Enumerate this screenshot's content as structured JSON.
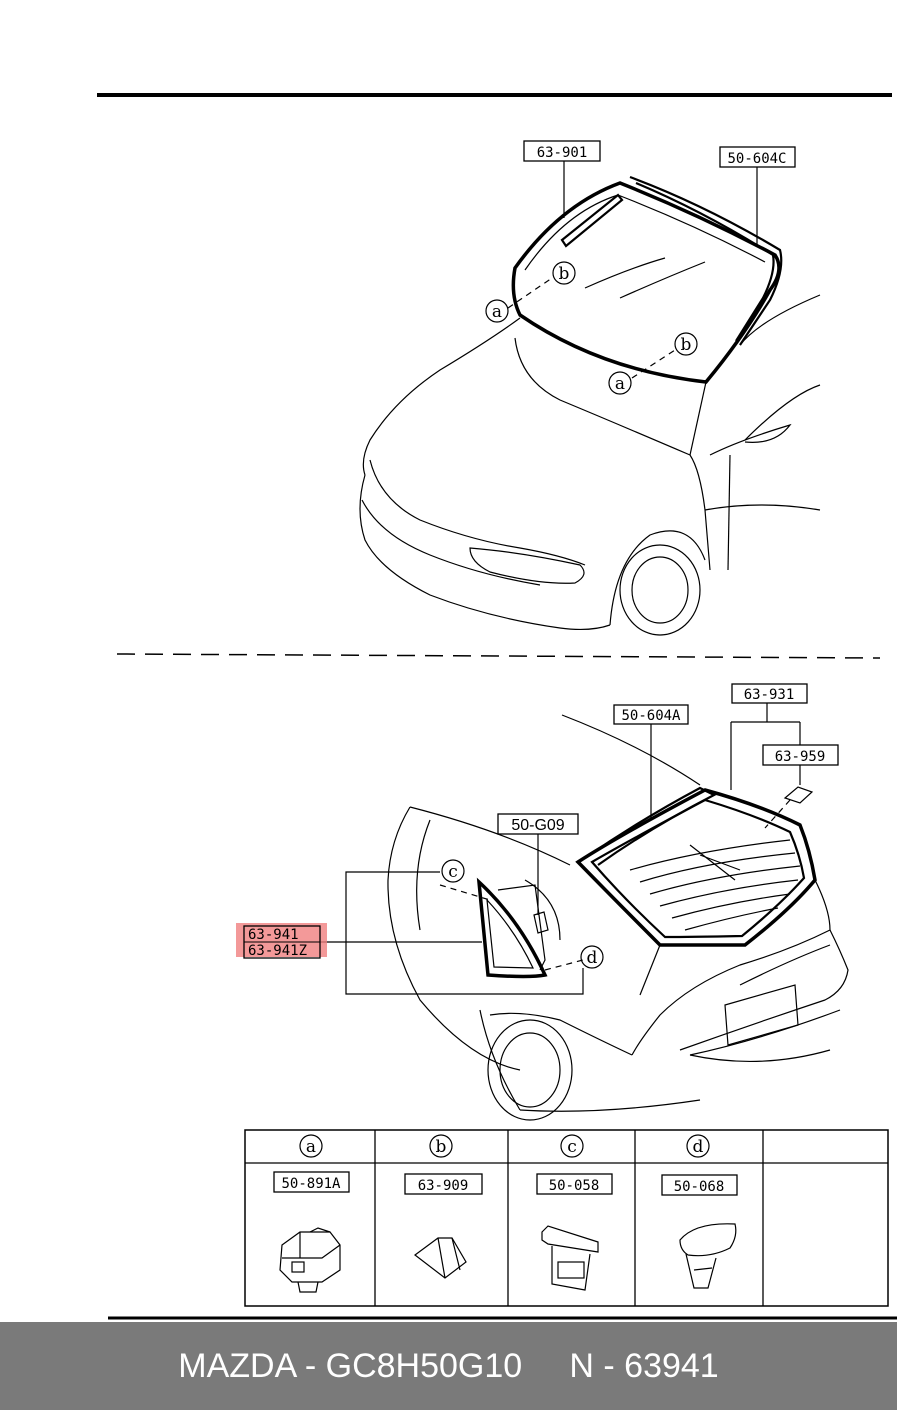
{
  "front_labels": {
    "windshield": "63-901",
    "molding": "50-604C"
  },
  "rear_labels": {
    "backdoor_molding": "50-604A",
    "backdoor_glass": "63-931",
    "fastener": "63-959",
    "quarter_clip": "50-G09",
    "quarter_glass_l": "63-941",
    "quarter_glass_r": "63-941Z"
  },
  "callouts": {
    "a": "a",
    "b": "b",
    "c": "c",
    "d": "d"
  },
  "legend": [
    {
      "letter": "a",
      "part": "50-891A"
    },
    {
      "letter": "b",
      "part": "63-909"
    },
    {
      "letter": "c",
      "part": "50-058"
    },
    {
      "letter": "d",
      "part": "50-068"
    }
  ],
  "highlight_color": "#f08080",
  "footer": {
    "text": "MAZDA - GC8H50G10     N - 63941"
  }
}
